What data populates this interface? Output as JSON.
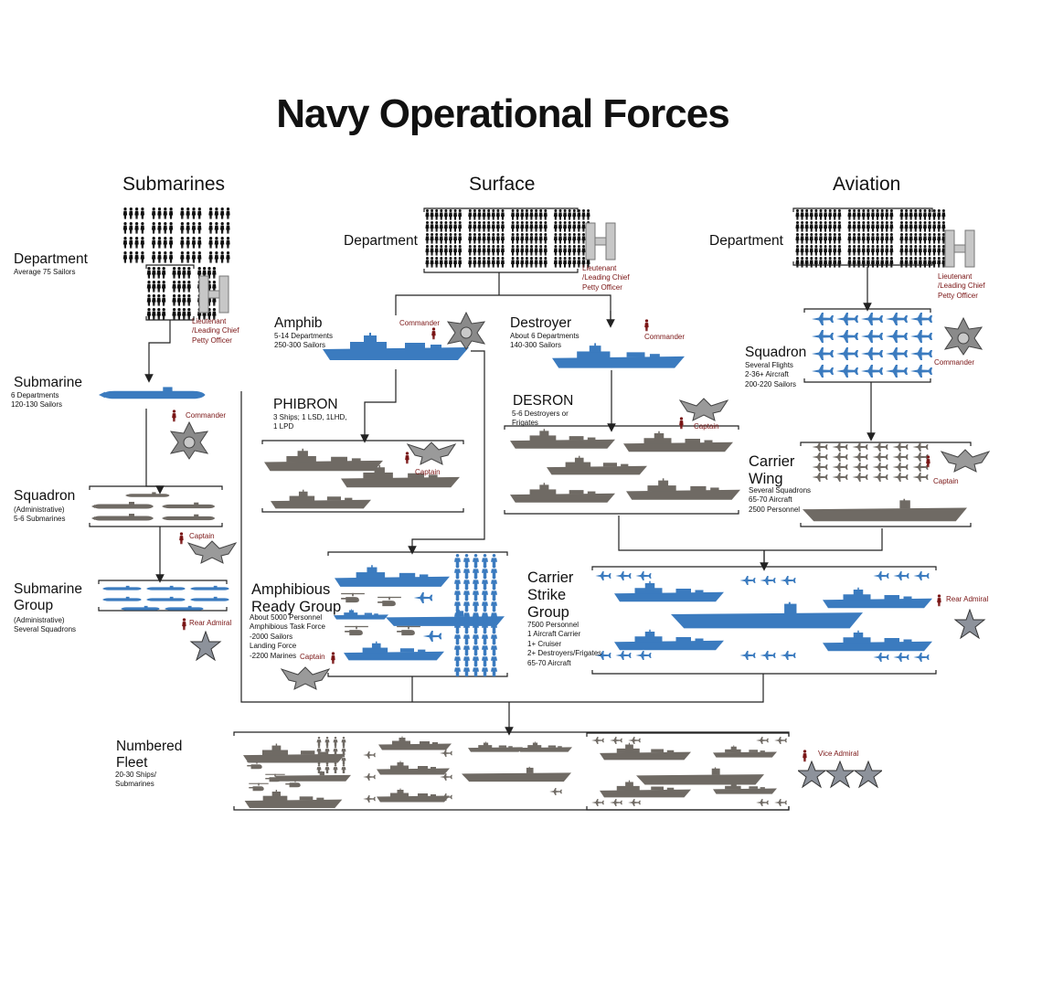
{
  "title": "Navy Operational Forces",
  "columns": {
    "submarines": "Submarines",
    "surface": "Surface",
    "aviation": "Aviation"
  },
  "colors": {
    "blue": "#3b7bbf",
    "gray": "#6f6a64",
    "rank": "#7a1515",
    "line": "#222222"
  },
  "submarines": {
    "department": {
      "label": "Department",
      "detail": "Average 75 Sailors",
      "rank": "Lieutenant\n/Leading Chief\nPetty Officer",
      "rank_icon": "lieutenant-bars-icon"
    },
    "submarine": {
      "label": "Submarine",
      "detail": "6 Departments\n120-130 Sailors",
      "rank": "Commander",
      "rank_icon": "oak-leaf-icon"
    },
    "squadron": {
      "label": "Squadron",
      "detail": "(Administrative)\n5-6 Submarines",
      "rank": "Captain",
      "rank_icon": "eagle-icon"
    },
    "group": {
      "label": "Submarine\nGroup",
      "detail": "(Administrative)\nSeveral Squadrons",
      "rank": "Rear Admiral",
      "rank_icon": "one-star-icon"
    }
  },
  "surface": {
    "department": {
      "label": "Department",
      "rank": "Lieutenant\n/Leading Chief\nPetty Officer",
      "rank_icon": "lieutenant-bars-icon"
    },
    "amphib": {
      "label": "Amphib",
      "detail": "5-14 Departments\n250-300 Sailors",
      "rank": "Commander",
      "rank_icon": "oak-leaf-icon"
    },
    "destroyer": {
      "label": "Destroyer",
      "detail": "About 6 Departments\n140-300 Sailors",
      "rank": "Commander"
    },
    "phibron": {
      "label": "PHIBRON",
      "detail": "3 Ships; 1 LSD, 1LHD,\n1 LPD",
      "rank": "Captain",
      "rank_icon": "eagle-icon"
    },
    "desron": {
      "label": "DESRON",
      "detail": "5-6 Destroyers or\nFrigates",
      "rank": "Captain",
      "rank_icon": "eagle-icon"
    },
    "arg": {
      "label": "Amphibious\nReady Group",
      "detail": "About 5000 Personnel\nAmphibious Task Force\n  -2000 Sailors\nLanding Force\n  -2200 Marines",
      "rank": "Captain",
      "rank_icon": "eagle-icon"
    }
  },
  "aviation": {
    "department": {
      "label": "Department",
      "rank": "Lieutenant\n/Leading Chief\nPetty Officer",
      "rank_icon": "lieutenant-bars-icon"
    },
    "squadron": {
      "label": "Squadron",
      "detail": "Several Flights\n2-36+ Aircraft\n200-220 Sailors",
      "rank": "Commander",
      "rank_icon": "oak-leaf-icon"
    },
    "wing": {
      "label": "Carrier\nWing",
      "detail": "Several Squadrons\n65-70 Aircraft\n2500 Personnel",
      "rank": "Captain",
      "rank_icon": "eagle-icon"
    },
    "csg": {
      "label": "Carrier\nStrike\nGroup",
      "detail": "7500 Personnel\n1 Aircraft Carrier\n1+ Cruiser\n2+ Destroyers/Frigates\n65-70 Aircraft",
      "rank": "Rear Admiral",
      "rank_icon": "one-star-icon"
    }
  },
  "fleet": {
    "label": "Numbered\nFleet",
    "detail": "20-30 Ships/\nSubmarines",
    "rank": "Vice Admiral",
    "rank_icon": "three-stars-icon"
  }
}
